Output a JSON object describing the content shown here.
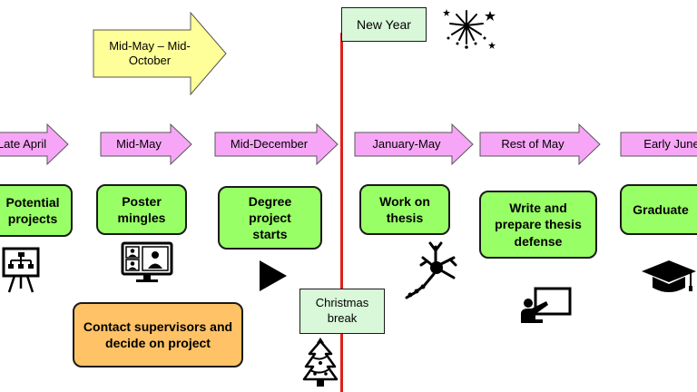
{
  "periods": [
    {
      "label": "Late April"
    },
    {
      "label": "Mid-May"
    },
    {
      "label": "Mid-December"
    },
    {
      "label": "January-May"
    },
    {
      "label": "Rest of May"
    },
    {
      "label": "Early June"
    }
  ],
  "summer_period": {
    "label": "Mid-May – Mid-October"
  },
  "milestones": [
    {
      "label": "Potential projects"
    },
    {
      "label": "Poster mingles"
    },
    {
      "label": "Degree project starts"
    },
    {
      "label": "Work on thesis"
    },
    {
      "label": "Write and prepare thesis defense"
    },
    {
      "label": "Graduate"
    }
  ],
  "contact_box": {
    "label": "Contact supervisors and decide on project"
  },
  "new_year": {
    "label": "New Year"
  },
  "christmas": {
    "label": "Christmas break"
  },
  "colors": {
    "arrow_fill": "#f7a6f7",
    "summer_arrow_fill": "#ffff99",
    "milestone_fill": "#99ff66",
    "contact_fill": "#ffc266",
    "event_fill": "#d9f7d9",
    "divider_line": "#e0201a"
  },
  "icons": [
    "presentation-board-icon",
    "video-meeting-icon",
    "play-icon",
    "christmas-tree-icon",
    "fireworks-icon",
    "neuron-icon",
    "teacher-board-icon",
    "graduation-cap-icon"
  ]
}
